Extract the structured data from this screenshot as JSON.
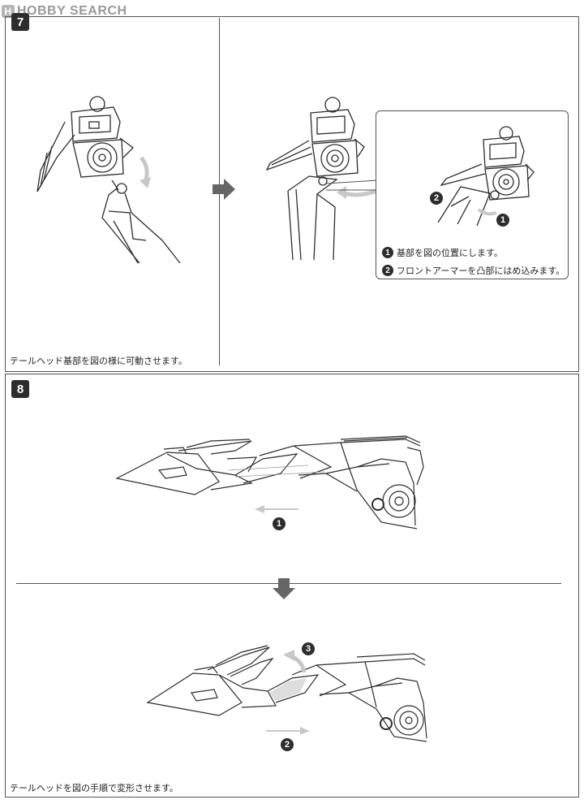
{
  "watermark": {
    "mark": "H",
    "text": "HOBBY SEARCH"
  },
  "step7": {
    "number": "7",
    "caption": "テールヘッド基部を図の様に可動させます。",
    "callout": {
      "notes": [
        {
          "marker": "1",
          "text": "基部を図の位置にします。"
        },
        {
          "marker": "2",
          "text": "フロントアーマーを凸部にはめ込みます。"
        }
      ],
      "markers": [
        "1",
        "2"
      ]
    }
  },
  "step8": {
    "number": "8",
    "caption": "テールヘッドを図の手順で変形させます。",
    "markers": [
      "1",
      "3",
      "2"
    ]
  },
  "colors": {
    "line": "#2d2d2d",
    "arrow_dark": "#666666",
    "arrow_light": "#c8c8c8",
    "frame": "#555555"
  }
}
